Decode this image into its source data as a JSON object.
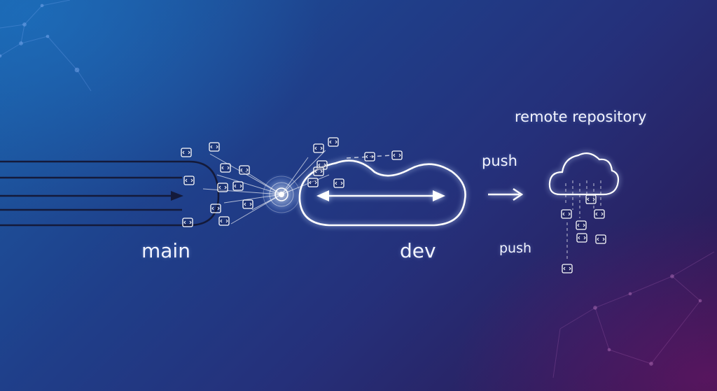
{
  "labels": {
    "main": "main",
    "dev": "dev",
    "remote": "remote repository",
    "push_top": "push",
    "push_bottom": "push"
  },
  "colors": {
    "accent_line": "#ffffff",
    "dark_line": "#141a3a",
    "bg_top_left": "#1b5ea6",
    "bg_bottom_right": "#2e1648"
  },
  "icons": [
    "code-file-icon",
    "cloud-icon",
    "arrow-right-icon",
    "burst-icon",
    "network-icon"
  ]
}
